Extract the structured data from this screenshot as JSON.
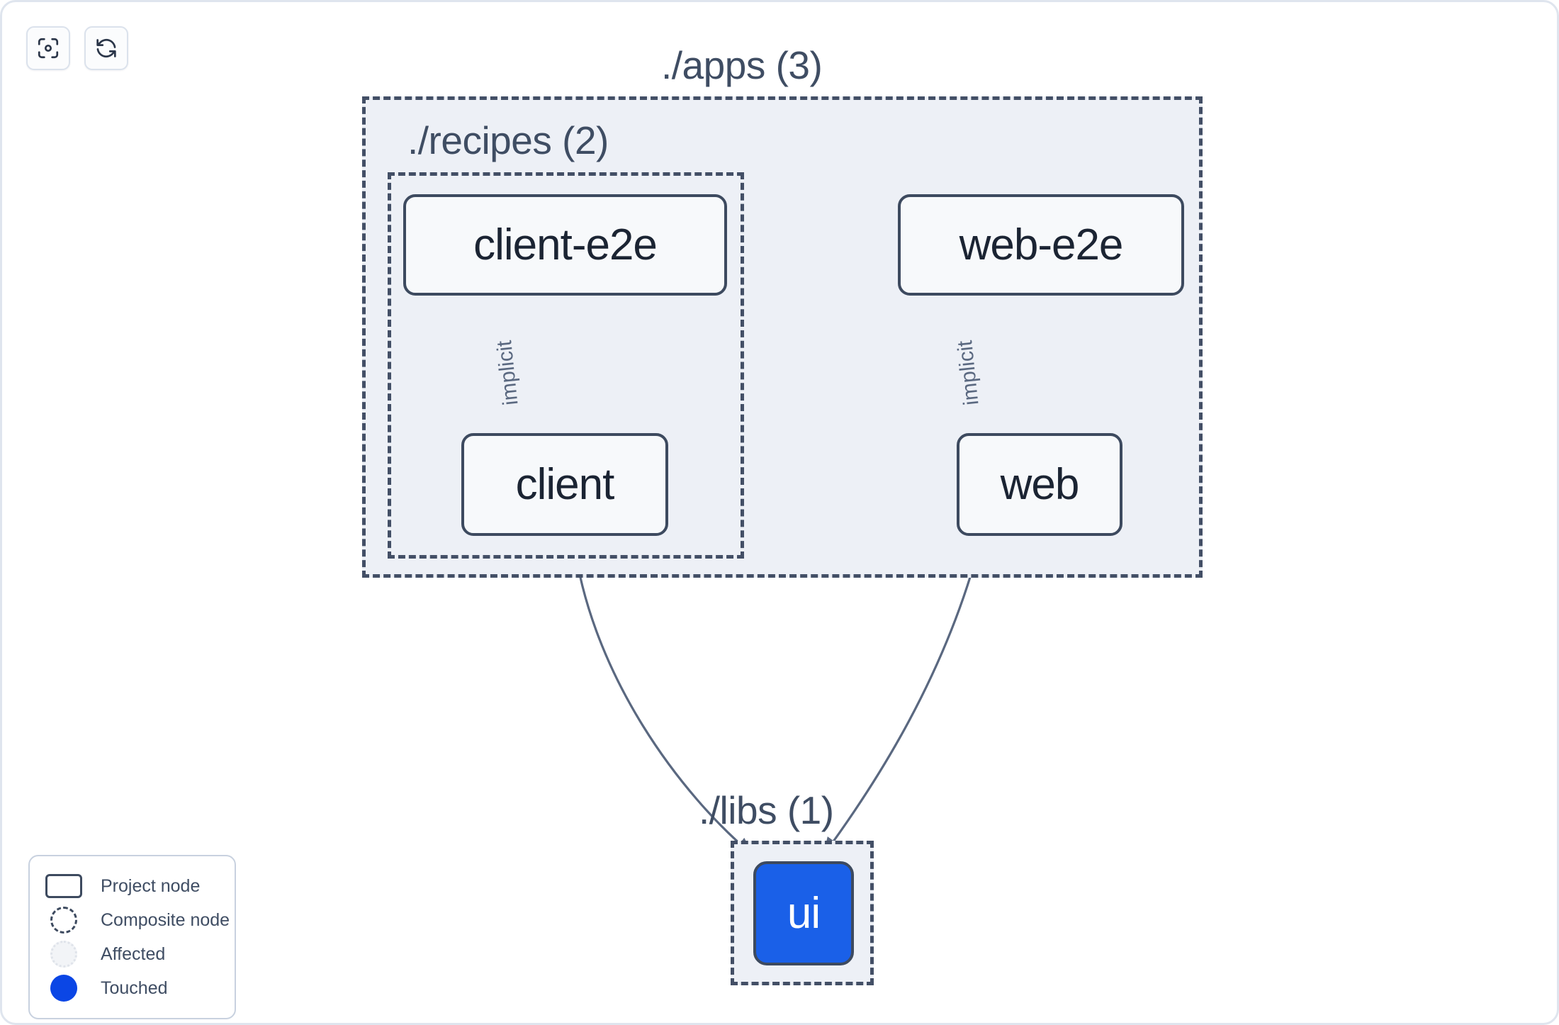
{
  "app": {
    "background": "#ffffff",
    "border_color": "#dfe5ee"
  },
  "toolbar": {
    "buttons": [
      {
        "name": "focus-graph-button",
        "icon": "focus-target-icon",
        "title": "Focus"
      },
      {
        "name": "refresh-graph-button",
        "icon": "refresh-icon",
        "title": "Refresh"
      }
    ]
  },
  "graph": {
    "groups": [
      {
        "id": "apps",
        "label": "./apps (3)",
        "count": 3,
        "style": "composite"
      },
      {
        "id": "recipes",
        "label": "./recipes (2)",
        "count": 2,
        "style": "composite"
      },
      {
        "id": "libs",
        "label": "./libs (1)",
        "count": 1,
        "style": "composite"
      }
    ],
    "nodes": [
      {
        "id": "client-e2e",
        "label": "client-e2e",
        "group": "recipes",
        "state": "project"
      },
      {
        "id": "client",
        "label": "client",
        "group": "recipes",
        "state": "project"
      },
      {
        "id": "web-e2e",
        "label": "web-e2e",
        "group": "apps",
        "state": "project"
      },
      {
        "id": "web",
        "label": "web",
        "group": "apps",
        "state": "project"
      },
      {
        "id": "ui",
        "label": "ui",
        "group": "libs",
        "state": "touched"
      }
    ],
    "edges": [
      {
        "from": "client-e2e",
        "to": "client",
        "label": "implicit"
      },
      {
        "from": "web-e2e",
        "to": "web",
        "label": "implicit"
      },
      {
        "from": "client",
        "to": "ui",
        "label": ""
      },
      {
        "from": "web",
        "to": "ui",
        "label": ""
      }
    ]
  },
  "legend": {
    "items": [
      {
        "glyph": "project-node-glyph",
        "label": "Project node"
      },
      {
        "glyph": "composite-node-glyph",
        "label": "Composite node"
      },
      {
        "glyph": "affected-glyph",
        "label": "Affected"
      },
      {
        "glyph": "touched-glyph",
        "label": "Touched"
      }
    ]
  },
  "colors": {
    "touched": "#0b46e5",
    "node_blue": "#1a60e8",
    "group_fill": "#edf0f6",
    "group_border": "#434f66",
    "node_border": "#3d4a5f",
    "text_dark": "#1b2433",
    "text_slate": "#3f4d63",
    "edge": "#5a6880"
  }
}
